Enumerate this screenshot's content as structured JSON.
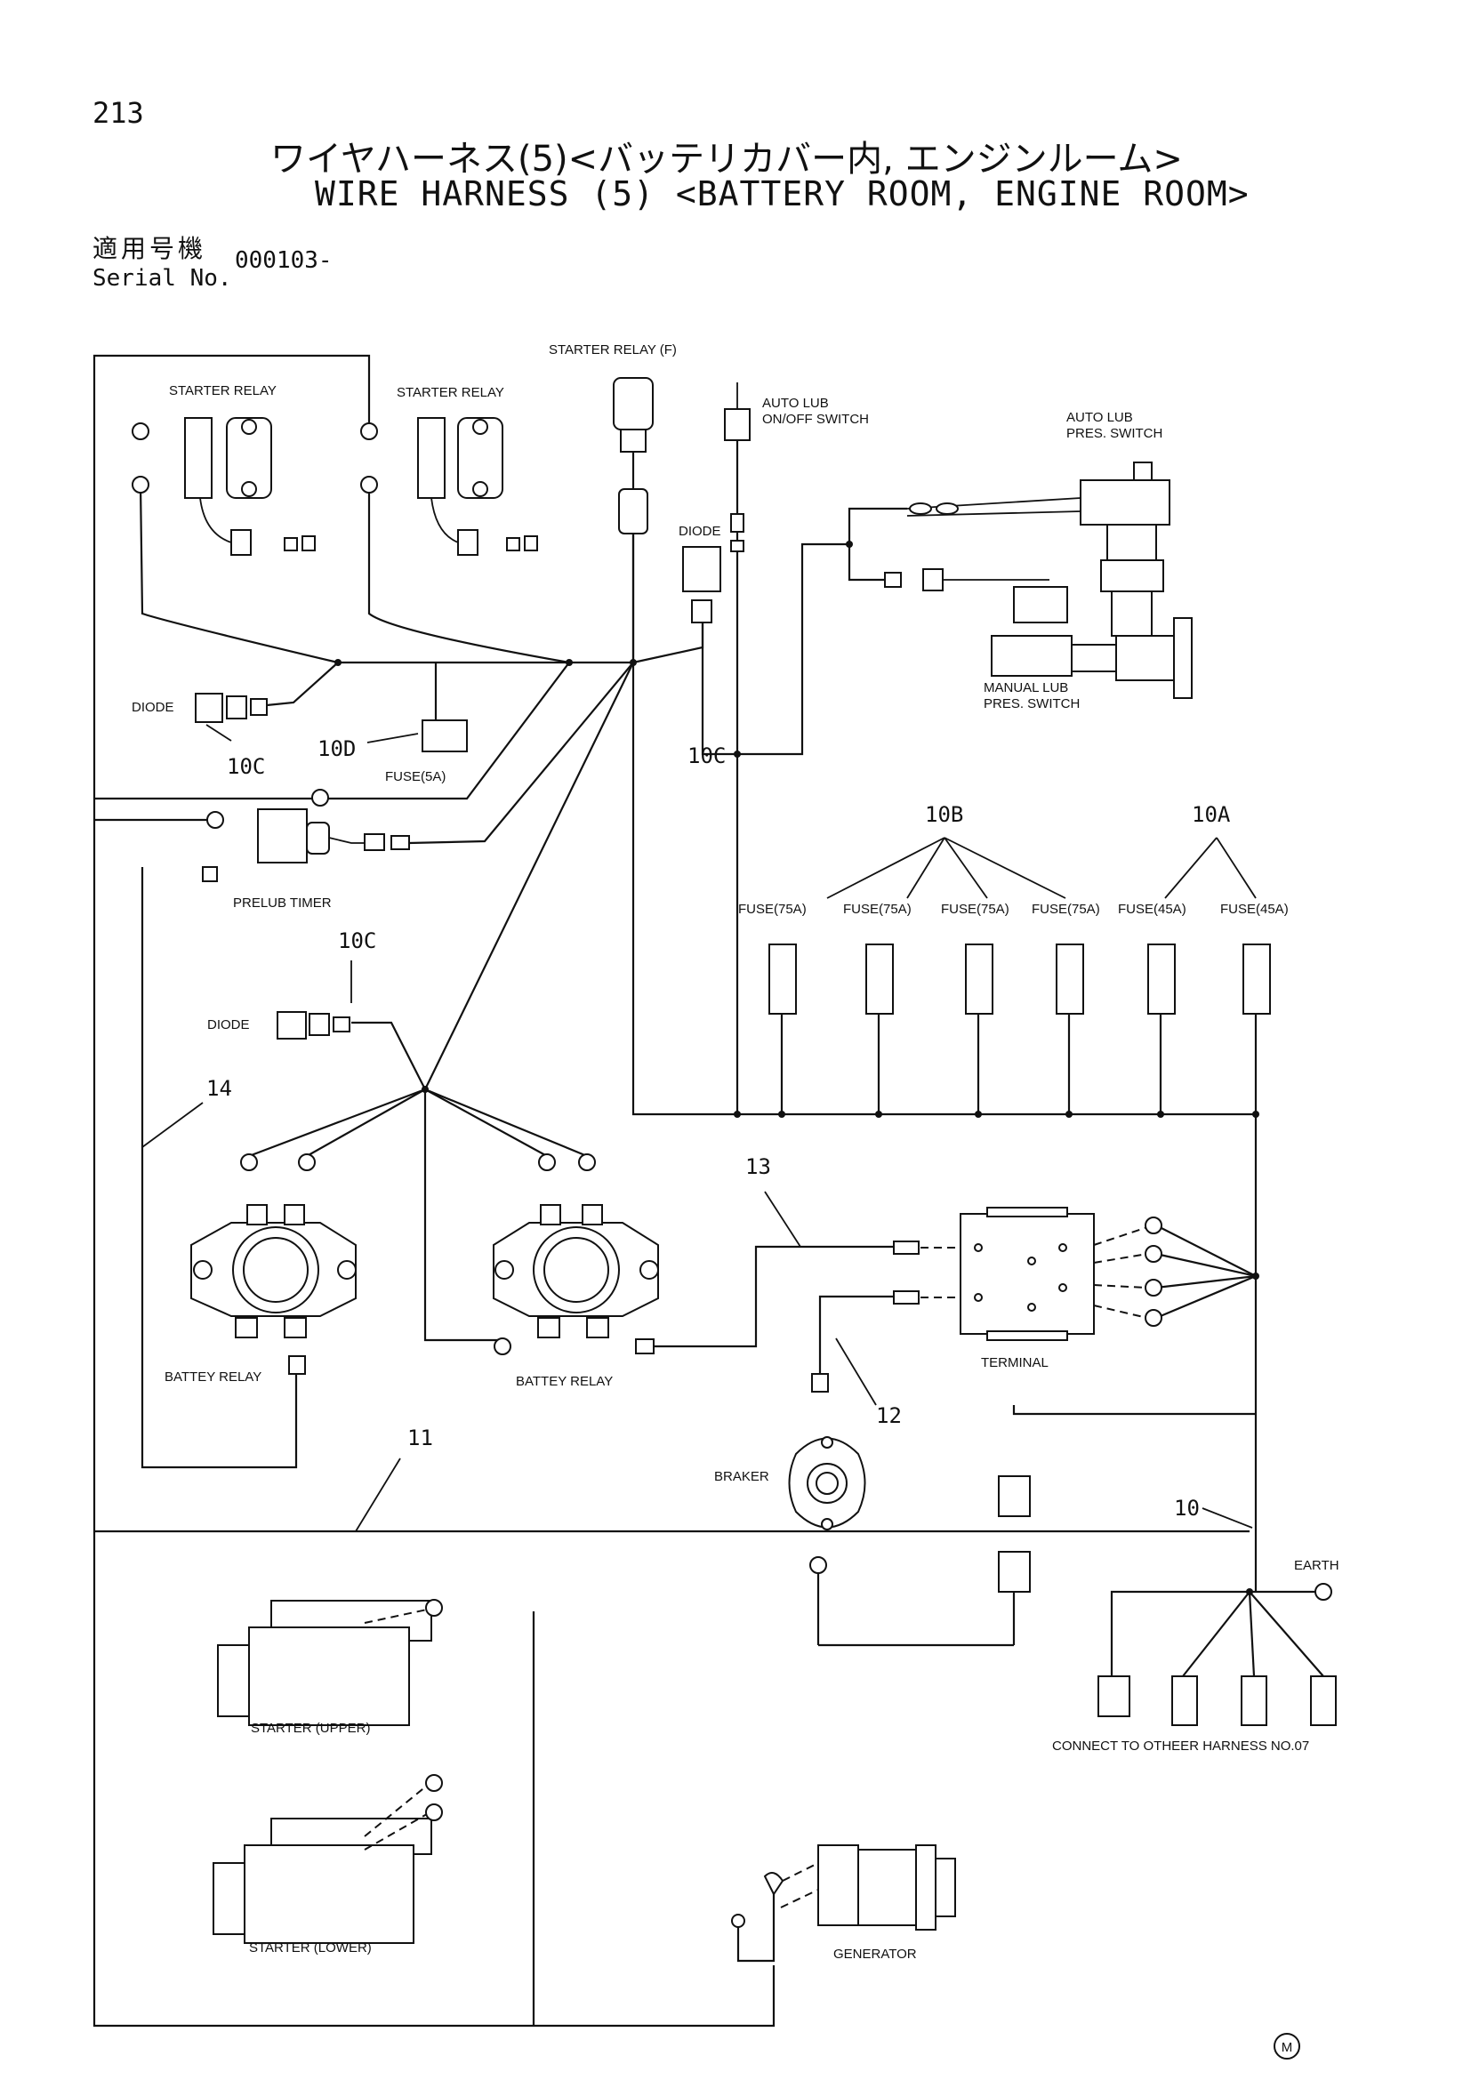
{
  "header": {
    "page_number": "213",
    "title_ja": "ワイヤハーネス(5)<バッテリカバー内, エンジンルーム>",
    "title_en": "WIRE HARNESS (5) <BATTERY ROOM, ENGINE ROOM>",
    "serial_label_ja": "適用号機",
    "serial_label_en": "Serial No.",
    "serial_value": "000103-"
  },
  "labels": {
    "starter_relay_1": "STARTER RELAY",
    "starter_relay_2": "STARTER RELAY",
    "starter_relay_f": "STARTER RELAY (F)",
    "auto_lub_switch_1": "AUTO LUB",
    "auto_lub_switch_2": "ON/OFF SWITCH",
    "auto_lub_pres_1": "AUTO LUB",
    "auto_lub_pres_2": "PRES. SWITCH",
    "manual_lub_1": "MANUAL LUB",
    "manual_lub_2": "PRES. SWITCH",
    "diode_top": "DIODE",
    "diode_left": "DIODE",
    "diode_mid": "DIODE",
    "fuse_5a": "FUSE(5A)",
    "prelub_timer": "PRELUB TIMER",
    "fuse_75a_1": "FUSE(75A)",
    "fuse_75a_2": "FUSE(75A)",
    "fuse_75a_3": "FUSE(75A)",
    "fuse_75a_4": "FUSE(75A)",
    "fuse_45a_1": "FUSE(45A)",
    "fuse_45a_2": "FUSE(45A)",
    "battery_relay_1": "BATTEY RELAY",
    "battery_relay_2": "BATTEY RELAY",
    "terminal": "TERMINAL",
    "braker": "BRAKER",
    "earth": "EARTH",
    "connect_other": "CONNECT TO OTHEER HARNESS NO.07",
    "starter_upper": "STARTER (UPPER)",
    "starter_lower": "STARTER (LOWER)",
    "generator": "GENERATOR"
  },
  "callouts": {
    "c10": "10",
    "c10a": "10A",
    "c10b": "10B",
    "c10c_left": "10C",
    "c10c_center": "10C",
    "c10c_mid": "10C",
    "c10d": "10D",
    "c11": "11",
    "c12": "12",
    "c13": "13",
    "c14": "14"
  },
  "footer": {
    "mark": "M"
  }
}
